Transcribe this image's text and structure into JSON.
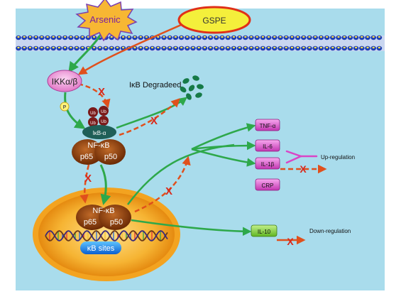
{
  "nodes": {
    "arsenic": "Arsenic",
    "gspe": "GSPE",
    "ikk": "IKKα/β",
    "ikb_degraded": "IκB Degradeed",
    "p_label": "P",
    "ub_label": "Ub",
    "ikb_alpha": "IκB-α",
    "nfkb_cyto": "NF-κB",
    "p65_cyto": "p65",
    "p50_cyto": "p50",
    "nfkb_nuc": "NF-κB",
    "p65_nuc": "p65",
    "p50_nuc": "p50",
    "kb_sites": "κB sites",
    "x_mark": "X"
  },
  "cytokines": {
    "tnf": "TNF-α",
    "il6": "IL-6",
    "il1b": "IL-1β",
    "crp": "CRP",
    "il10": "IL-10"
  },
  "labels": {
    "up": "Up-regulation",
    "down": "Down-regulation"
  },
  "colors": {
    "background": "#a9dcec",
    "membrane": "#1d3fb4",
    "membrane_head": "#ffe34d",
    "activation_arrow": "#2ea84a",
    "inhibition_arrow": "#e0501c",
    "x_mark": "#d9281a",
    "nucleus": "#f3a320",
    "nfkb": "#8a3e10",
    "ikk": "#f39ad8",
    "cytokine_box": "#d94ac7",
    "il10_box": "#7bd13c"
  }
}
